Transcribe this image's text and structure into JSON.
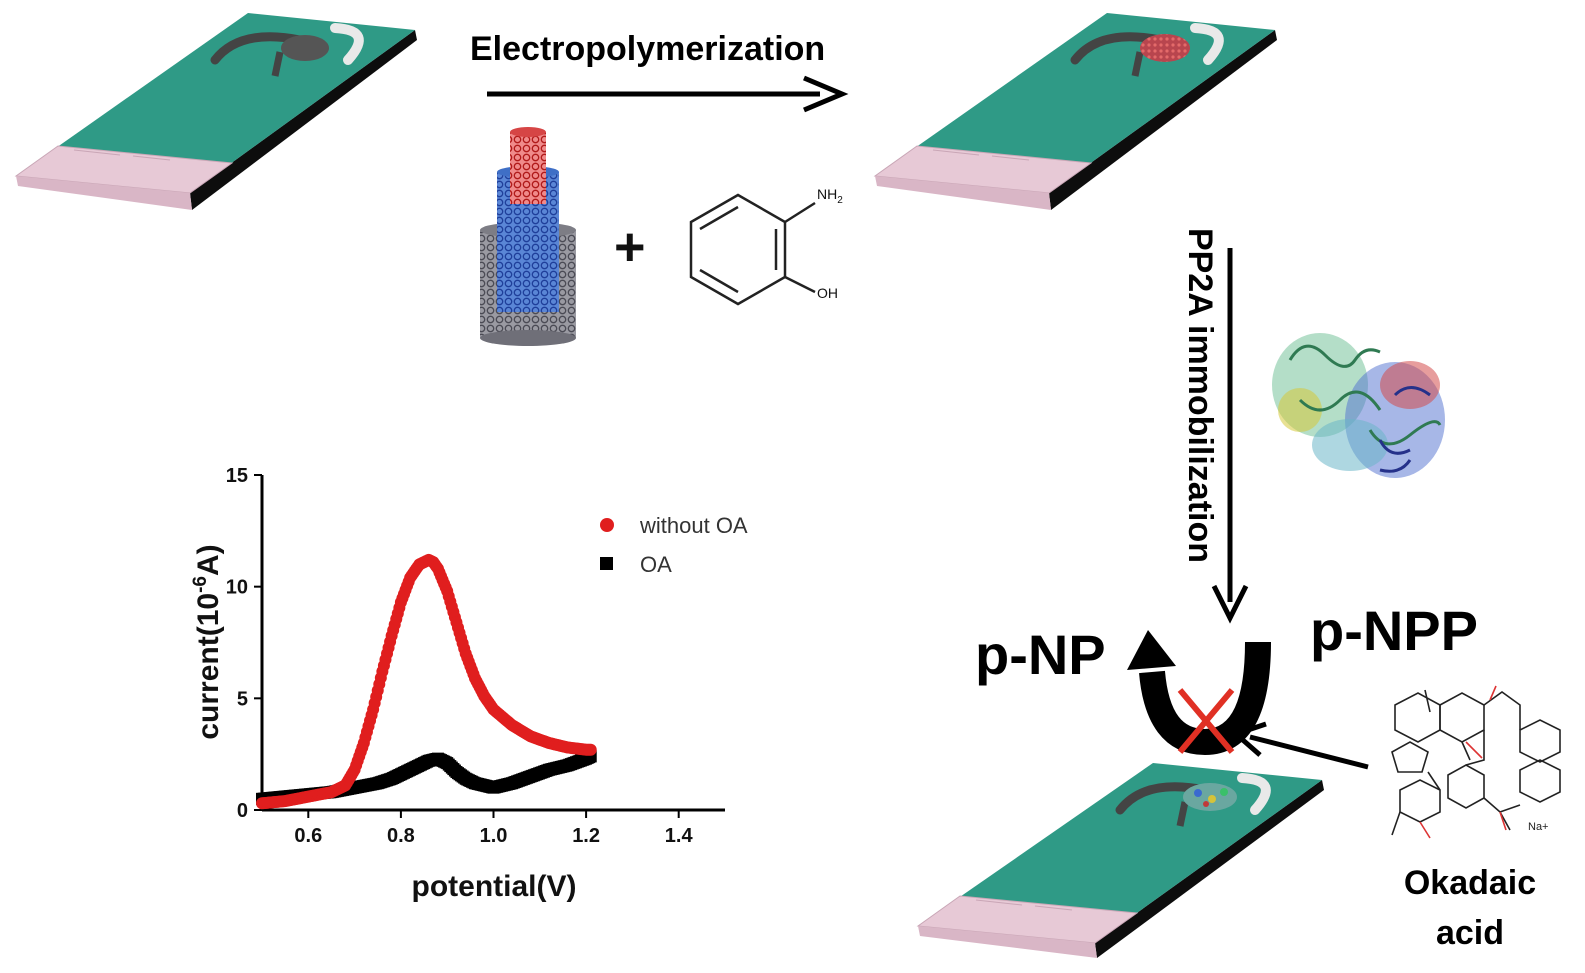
{
  "labels": {
    "step1": "Electropolymerization",
    "step2": "PP2A immobilization",
    "product": "p-NP",
    "substrate": "p-NPP",
    "inhibitor_line1": "Okadaic",
    "inhibitor_line2": "acid"
  },
  "chemistry": {
    "amine_group": "NH",
    "amine_subscript": "2",
    "hydroxyl_group": "OH",
    "plus_sign": "+",
    "okadaic_na": "Na+"
  },
  "colors": {
    "electrode_green": "#2f9a86",
    "electrode_edge": "#0d0d0d",
    "contact_pink": "#e7c9d6",
    "carbon_gray": "#6f6f78",
    "polymer_red": "#cc2a2a",
    "inhibition_cross": "#e03024",
    "series_without_oa": "#e01e1e",
    "series_oa": "#000000"
  },
  "chart_data": {
    "type": "scatter",
    "xlabel": "potential(V)",
    "ylabel_main": "current(10",
    "ylabel_sup": "-6",
    "ylabel_end": "A)",
    "xlim": [
      0.5,
      1.5
    ],
    "ylim": [
      0,
      15
    ],
    "xticks": [
      "0.6",
      "0.8",
      "1.0",
      "1.2",
      "1.4"
    ],
    "yticks": [
      "0",
      "5",
      "10",
      "15"
    ],
    "legend_position": "top-right",
    "series": [
      {
        "name": "without OA",
        "color": "#e01e1e",
        "marker": "circle",
        "x": [
          0.5,
          0.55,
          0.6,
          0.65,
          0.68,
          0.7,
          0.72,
          0.74,
          0.76,
          0.78,
          0.8,
          0.82,
          0.84,
          0.86,
          0.87,
          0.88,
          0.9,
          0.92,
          0.94,
          0.96,
          0.98,
          1.0,
          1.04,
          1.08,
          1.12,
          1.16,
          1.2,
          1.21
        ],
        "y": [
          0.3,
          0.4,
          0.6,
          0.8,
          1.1,
          1.8,
          3.0,
          4.5,
          6.2,
          7.8,
          9.3,
          10.4,
          11.0,
          11.2,
          11.1,
          10.8,
          9.8,
          8.4,
          7.0,
          5.9,
          5.1,
          4.5,
          3.8,
          3.3,
          3.0,
          2.8,
          2.7,
          2.7
        ]
      },
      {
        "name": "OA",
        "color": "#000000",
        "marker": "square",
        "x": [
          0.5,
          0.55,
          0.6,
          0.65,
          0.7,
          0.75,
          0.78,
          0.8,
          0.82,
          0.84,
          0.86,
          0.88,
          0.9,
          0.92,
          0.94,
          0.96,
          0.98,
          1.0,
          1.04,
          1.08,
          1.12,
          1.16,
          1.2,
          1.21
        ],
        "y": [
          0.5,
          0.6,
          0.7,
          0.8,
          1.0,
          1.2,
          1.4,
          1.6,
          1.8,
          2.0,
          2.2,
          2.3,
          2.1,
          1.7,
          1.4,
          1.2,
          1.1,
          1.0,
          1.2,
          1.5,
          1.8,
          2.0,
          2.3,
          2.4
        ]
      }
    ]
  }
}
